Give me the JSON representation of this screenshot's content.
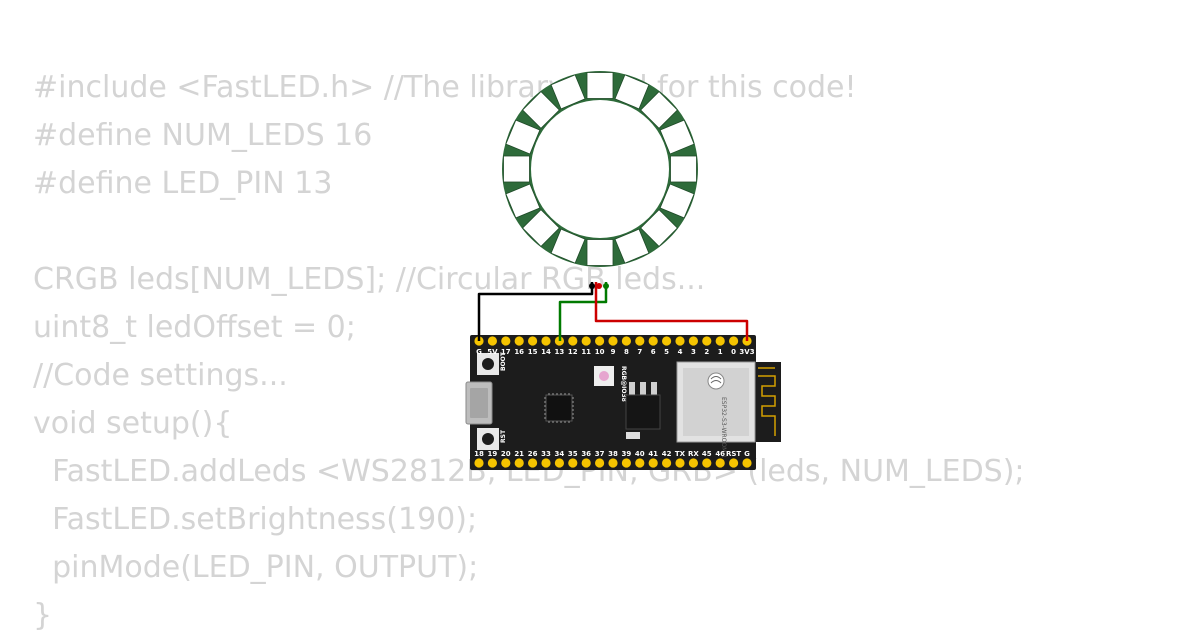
{
  "code_lines": [
    "#include <FastLED.h> //The library used for this code!",
    "#define NUM_LEDS 16",
    "#define LED_PIN 13",
    "",
    "CRGB leds[NUM_LEDS]; //Circular RGB leds...",
    "uint8_t ledOffset = 0;",
    "//Code settings...",
    "void setup(){",
    "  FastLED.addLeds <WS2812B, LED_PIN, GRB> (leds, NUM_LEDS);",
    "  FastLED.setBrightness(190);",
    "  pinMode(LED_PIN, OUTPUT);",
    "}"
  ],
  "ring": {
    "led_count": 16,
    "ring_color": "#2e6b3a",
    "led_color": "#ffffff"
  },
  "board": {
    "pcb_color": "#1c1c1c",
    "pin_color": "#f5c400",
    "top_pins": [
      "G",
      "5V",
      "17",
      "16",
      "15",
      "14",
      "13",
      "12",
      "11",
      "10",
      "9",
      "8",
      "7",
      "6",
      "5",
      "4",
      "3",
      "2",
      "1",
      "0",
      "3V3"
    ],
    "bottom_pins": [
      "18",
      "19",
      "20",
      "21",
      "26",
      "33",
      "34",
      "35",
      "36",
      "37",
      "38",
      "39",
      "40",
      "41",
      "42",
      "TX",
      "RX",
      "45",
      "46",
      "RST",
      "G"
    ],
    "boot_label": "BOOT",
    "rst_label": "RST",
    "rgb_label": "RGB@IO38",
    "module_label": "ESP32-S3-WROOM-1"
  },
  "wires": [
    {
      "from": "ring.GND",
      "to": "board.G",
      "color": "#000000"
    },
    {
      "from": "ring.DIN",
      "to": "board.13",
      "color": "#007a00"
    },
    {
      "from": "ring.VCC",
      "to": "board.3V3",
      "color": "#cc0000"
    }
  ]
}
